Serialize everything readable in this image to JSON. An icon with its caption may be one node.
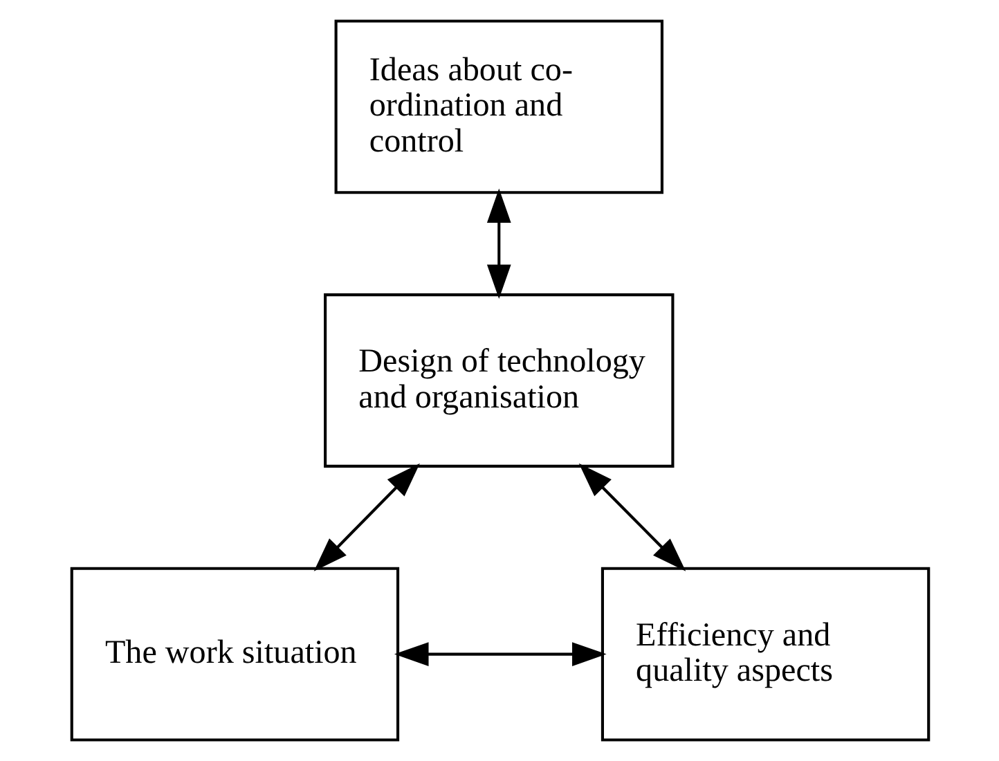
{
  "diagram": {
    "nodes": [
      {
        "text": [
          "Ideas about co-ordination and control"
        ]
      },
      {
        "text": [
          "Design of technology and organisation"
        ]
      },
      {
        "text": [
          "The work situation"
        ]
      },
      {
        "text": [
          "Efficiency and quality aspects"
        ]
      }
    ],
    "edges": [
      {
        "from": 0,
        "to": 1,
        "arrow": "both"
      },
      {
        "from": 1,
        "to": 2,
        "arrow": "both"
      },
      {
        "from": 1,
        "to": 3,
        "arrow": "both"
      },
      {
        "from": 2,
        "to": 3,
        "arrow": "both"
      }
    ]
  }
}
